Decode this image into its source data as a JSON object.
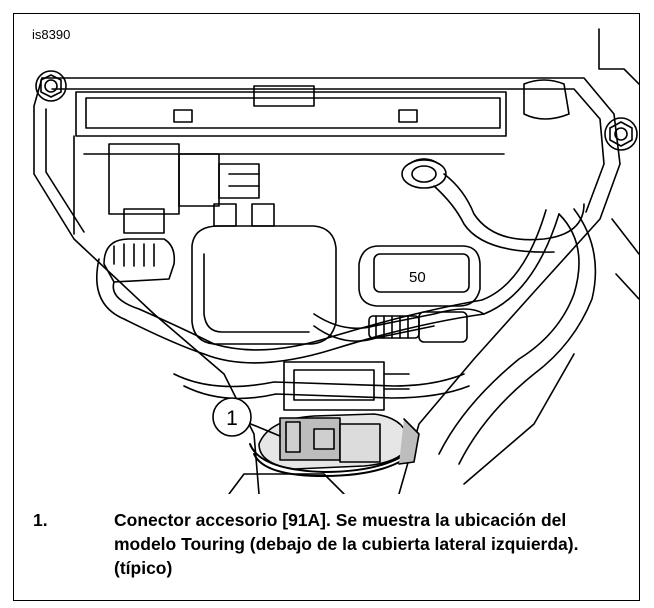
{
  "figure": {
    "id": "is8390",
    "callouts": [
      {
        "number": "1"
      }
    ],
    "display_label": "50"
  },
  "caption": {
    "items": [
      {
        "number": "1.",
        "text": "Conector accesorio [91A]. Se muestra la ubicación del modelo Touring (debajo de la cubierta lateral izquierda). (típico)"
      }
    ]
  },
  "colors": {
    "line": "#000000",
    "highlight": "#bdbdbd",
    "background": "#ffffff"
  }
}
